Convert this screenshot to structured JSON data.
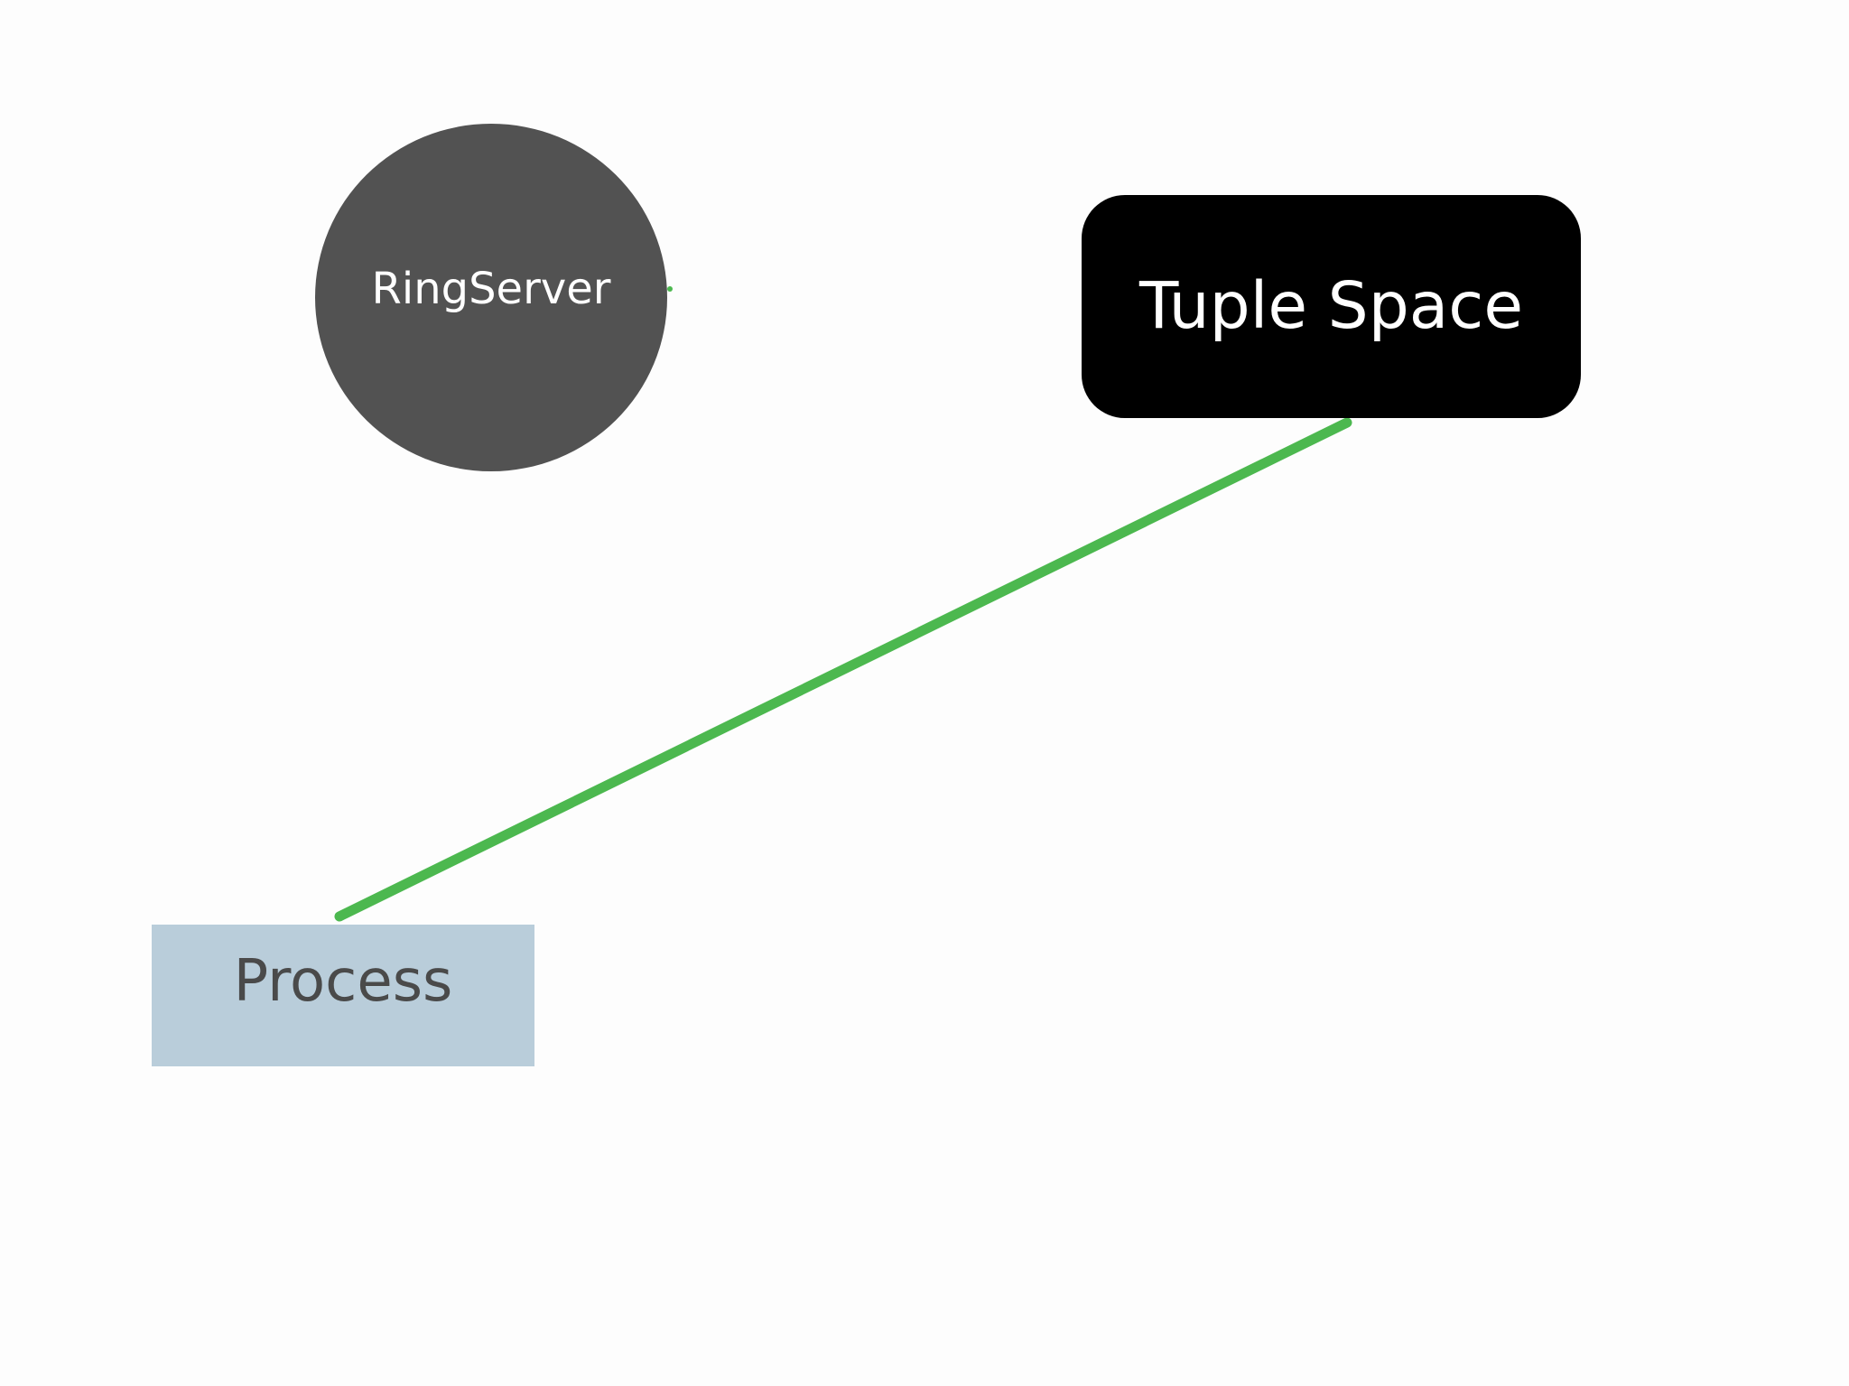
{
  "diagram": {
    "nodes": [
      {
        "id": "ringserver",
        "label": "RingServer",
        "shape": "circle",
        "fill": "#525252",
        "text_color": "#ffffff"
      },
      {
        "id": "tuple-space",
        "label": "Tuple Space",
        "shape": "rounded-rectangle",
        "fill": "#000000",
        "text_color": "#ffffff"
      },
      {
        "id": "process",
        "label": "Process",
        "shape": "rectangle",
        "fill": "#b9cdda",
        "text_color": "#4a4a4a"
      }
    ],
    "edges": [
      {
        "from": "process",
        "to": "tuple-space",
        "color": "#4cb84f"
      }
    ]
  }
}
